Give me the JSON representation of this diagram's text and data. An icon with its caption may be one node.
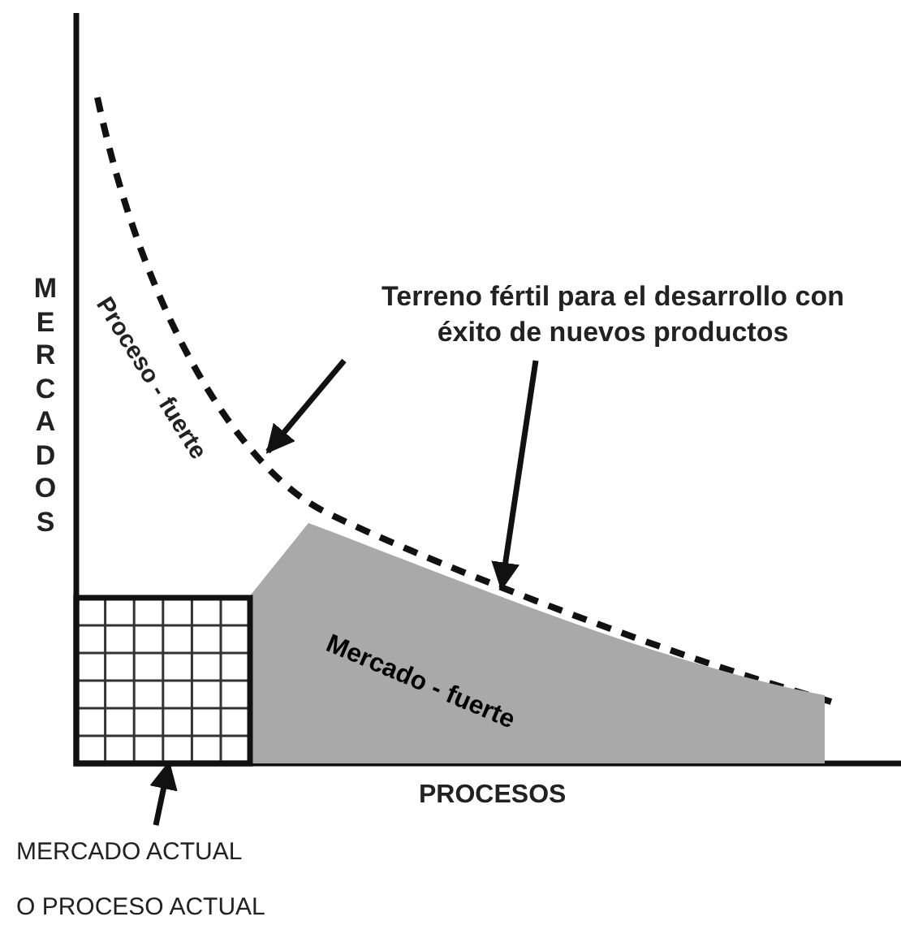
{
  "diagram": {
    "nodes": [
      {
        "text": [
          "Terreno fértil para el desarrollo con éxito de nuevos productos"
        ]
      },
      {
        "text": [],
        "shape": "box"
      },
      {
        "text": [
          "Mercado - fuerte"
        ]
      },
      {
        "text": [
          "MERCADO ACTUAL O PROCESO ACTUAL"
        ]
      }
    ],
    "edges": [
      {
        "from": 0,
        "to": null,
        "arrow": "to"
      },
      {
        "from": 0,
        "to": 2,
        "arrow": "to"
      },
      {
        "from": 3,
        "to": 1,
        "arrow": "to"
      }
    ],
    "labels": [
      "MERCADOS",
      "Proceso - fuerte",
      "PROCESOS"
    ]
  }
}
